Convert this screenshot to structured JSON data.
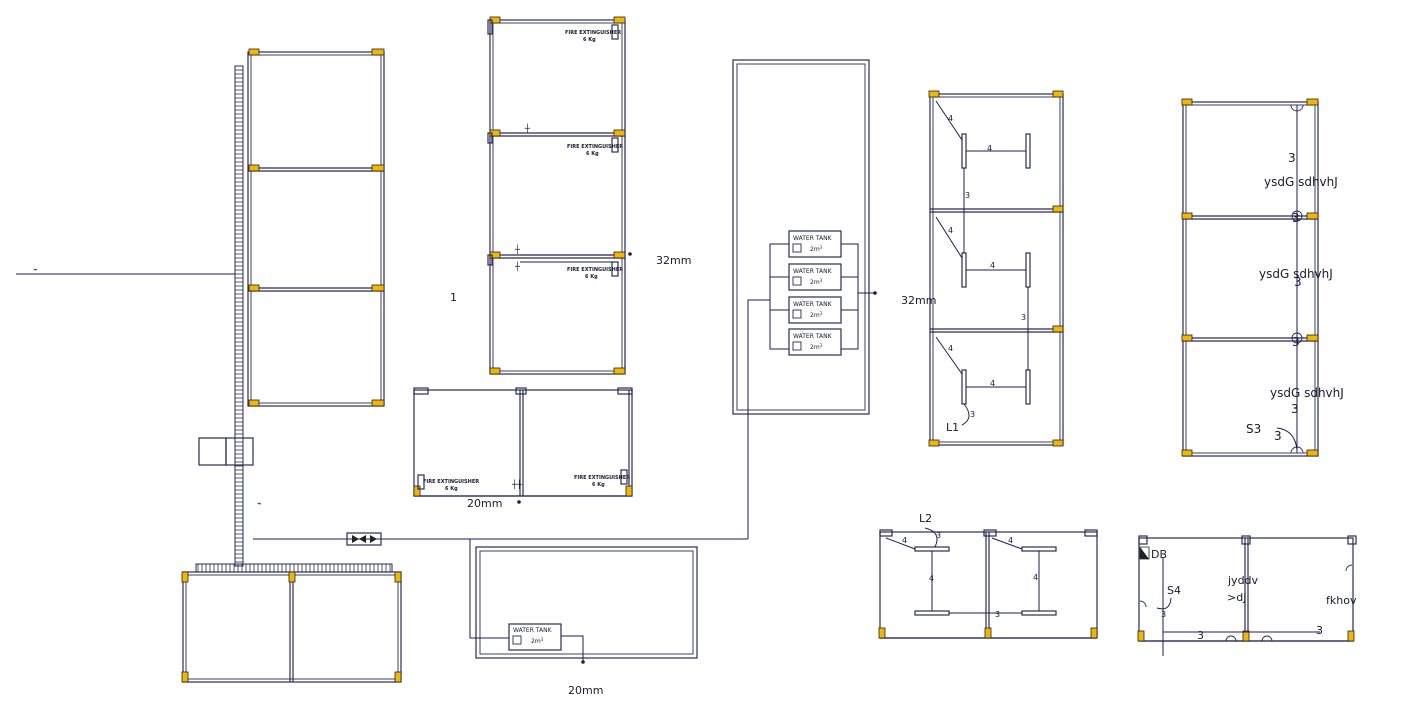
{
  "labels": {
    "pipe_32mm_a": "32mm",
    "pipe_32mm_b": "32mm",
    "pipe_20mm_a": "20mm",
    "pipe_20mm_b": "20mm",
    "room_number": "1",
    "fire_extinguisher": "FIRE EXTINGUISHER",
    "fire_extinguisher_weight": "6 Kg",
    "water_tank": "WATER TANK",
    "water_tank_capacity": "2m",
    "water_tank_capacity_sup": "3",
    "l1": "L1",
    "l2": "L2",
    "s3": "S3",
    "s4": "S4",
    "db": "DB",
    "room_label_right": "ysdG  sdhvhJ",
    "kitchen": "jyddv",
    "kitchen_line2": ">dJ",
    "store": "fkhov",
    "circuit_3": "3",
    "circuit_4": "4"
  }
}
